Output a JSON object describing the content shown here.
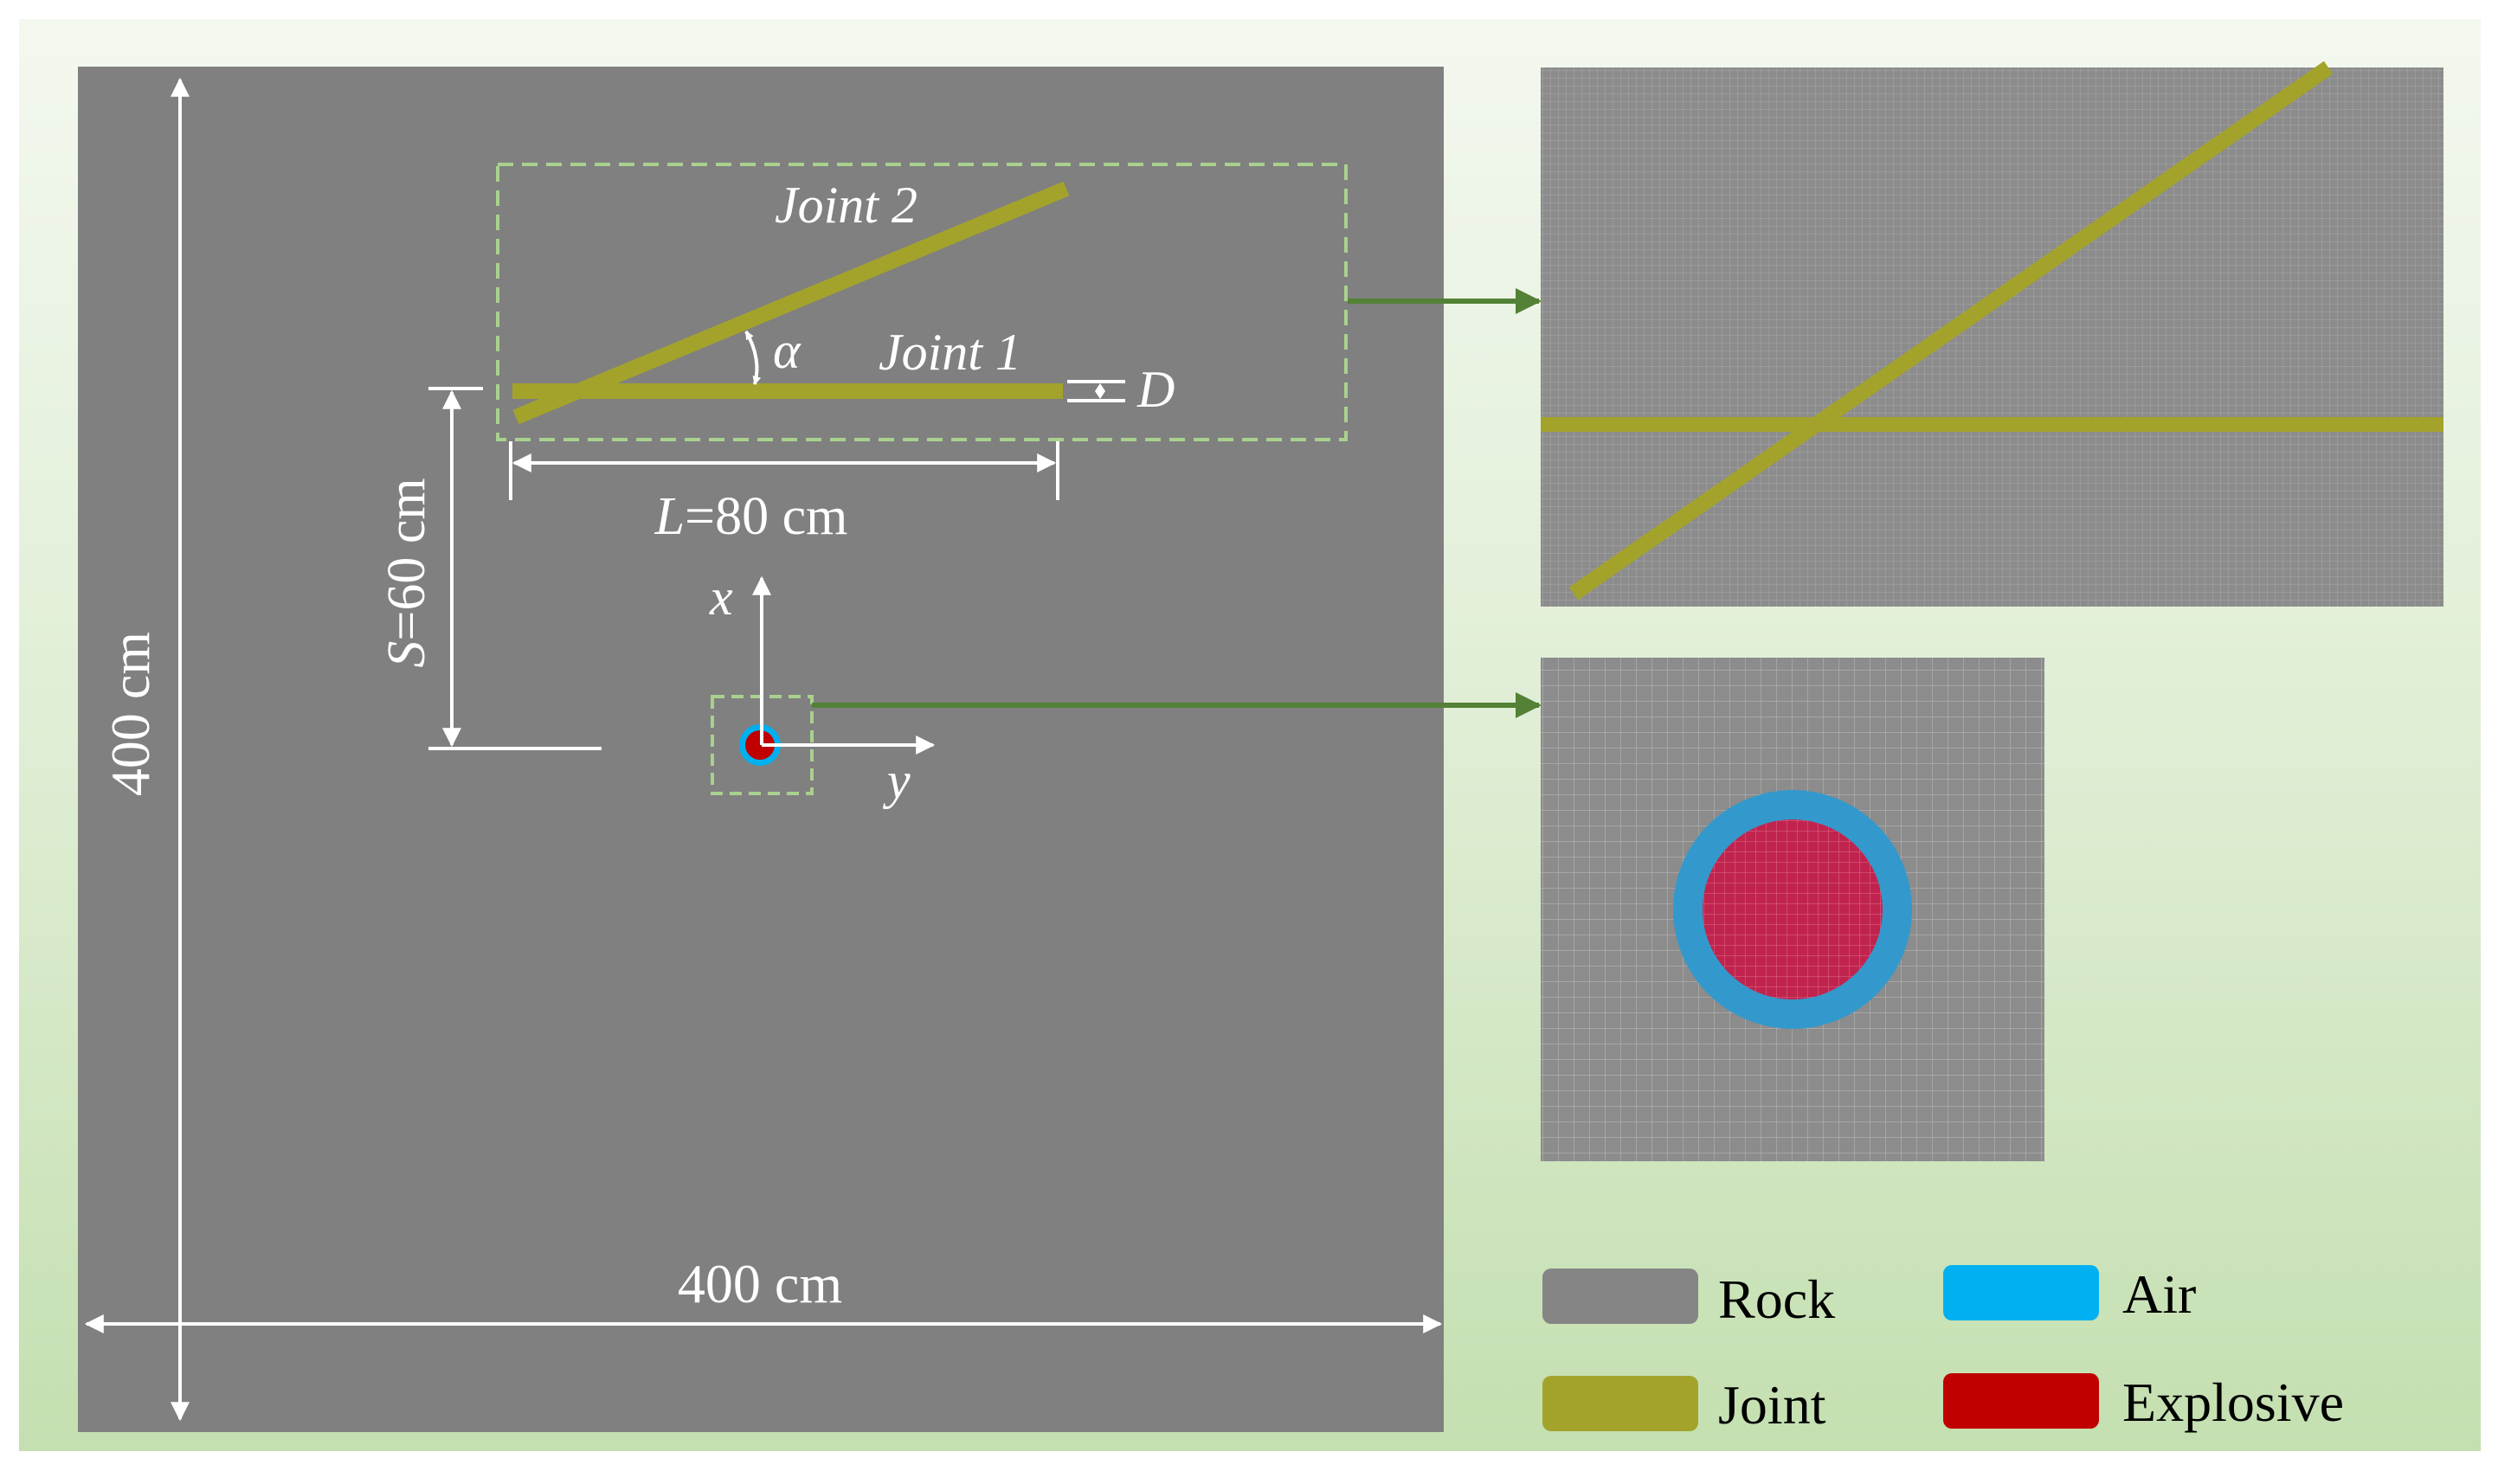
{
  "labels": {
    "joint2": "Joint 2",
    "joint1": "Joint 1",
    "alpha": "α",
    "D": "D",
    "length_var": "L",
    "length_value": "=80 cm",
    "spacing_var": "S",
    "spacing_value": "=60 cm",
    "height": "400 cm",
    "width": "400 cm",
    "axis_x": "x",
    "axis_y": "y"
  },
  "legend": [
    {
      "label": "Rock",
      "color": "#858585"
    },
    {
      "label": "Air",
      "color": "#00b0f0"
    },
    {
      "label": "Joint",
      "color": "#a3a32c"
    },
    {
      "label": "Explosive",
      "color": "#c00000"
    }
  ],
  "colors": {
    "rock": "#808080",
    "joint": "#a3a32c",
    "air": "#3399cc",
    "explosive": "#c0244e",
    "detail_box": "#a9d18e",
    "arrow": "#538135",
    "background_top": "#f3f8ef",
    "background_bottom": "#c4dfb0"
  }
}
